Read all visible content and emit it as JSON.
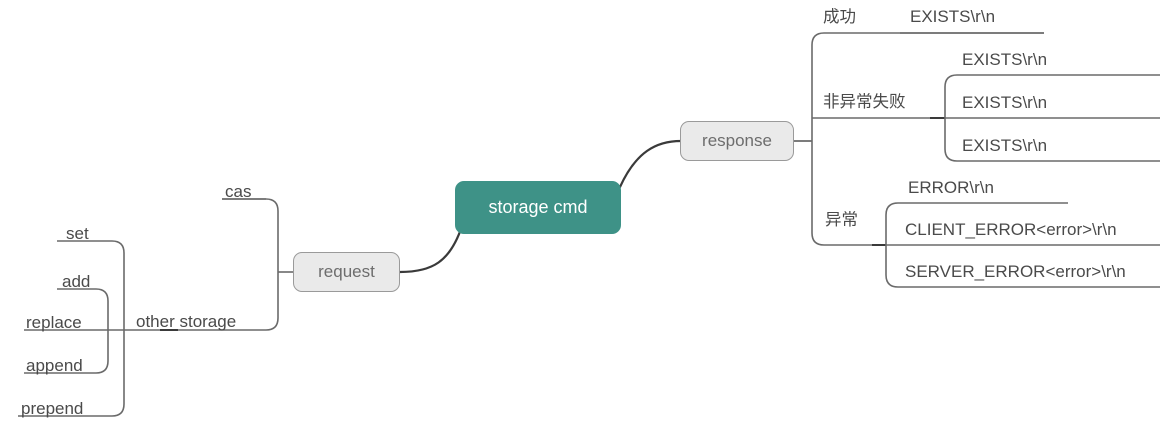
{
  "diagram": {
    "title": "storage cmd",
    "type": "mindmap",
    "orientation": "horizontal-bidirectional",
    "colors": {
      "root_fill": "#3e9287",
      "root_text": "#ffffff",
      "branch_fill": "#eaeaea",
      "branch_border": "#9a9a9a",
      "branch_text": "#6d6d6d",
      "leaf_text": "#4a4a4a",
      "wire": "#6a6a6a",
      "main_wire": "#3a3a3a",
      "background": "#ffffff"
    },
    "root": {
      "label": "storage cmd"
    },
    "branches": [
      {
        "id": "request",
        "label": "request",
        "side": "left",
        "children": [
          {
            "id": "cas",
            "label": "cas",
            "children": []
          },
          {
            "id": "other-storage",
            "label": "other storage",
            "children": [
              {
                "id": "set",
                "label": "set"
              },
              {
                "id": "add",
                "label": "add"
              },
              {
                "id": "replace",
                "label": "replace"
              },
              {
                "id": "append",
                "label": "append"
              },
              {
                "id": "prepend",
                "label": "prepend"
              }
            ]
          }
        ]
      },
      {
        "id": "response",
        "label": "response",
        "side": "right",
        "children": [
          {
            "id": "success",
            "label": "成功",
            "children": [
              {
                "id": "success-exists",
                "label": "EXISTS\\r\\n"
              }
            ]
          },
          {
            "id": "non-exception-failure",
            "label": "非异常失败",
            "children": [
              {
                "id": "nef-exists-1",
                "label": "EXISTS\\r\\n"
              },
              {
                "id": "nef-exists-2",
                "label": "EXISTS\\r\\n"
              },
              {
                "id": "nef-exists-3",
                "label": "EXISTS\\r\\n"
              }
            ]
          },
          {
            "id": "exception",
            "label": "异常",
            "children": [
              {
                "id": "err-error",
                "label": "ERROR\\r\\n"
              },
              {
                "id": "err-client",
                "label": "CLIENT_ERROR<error>\\r\\n"
              },
              {
                "id": "err-server",
                "label": "SERVER_ERROR<error>\\r\\n"
              }
            ]
          }
        ]
      }
    ]
  }
}
